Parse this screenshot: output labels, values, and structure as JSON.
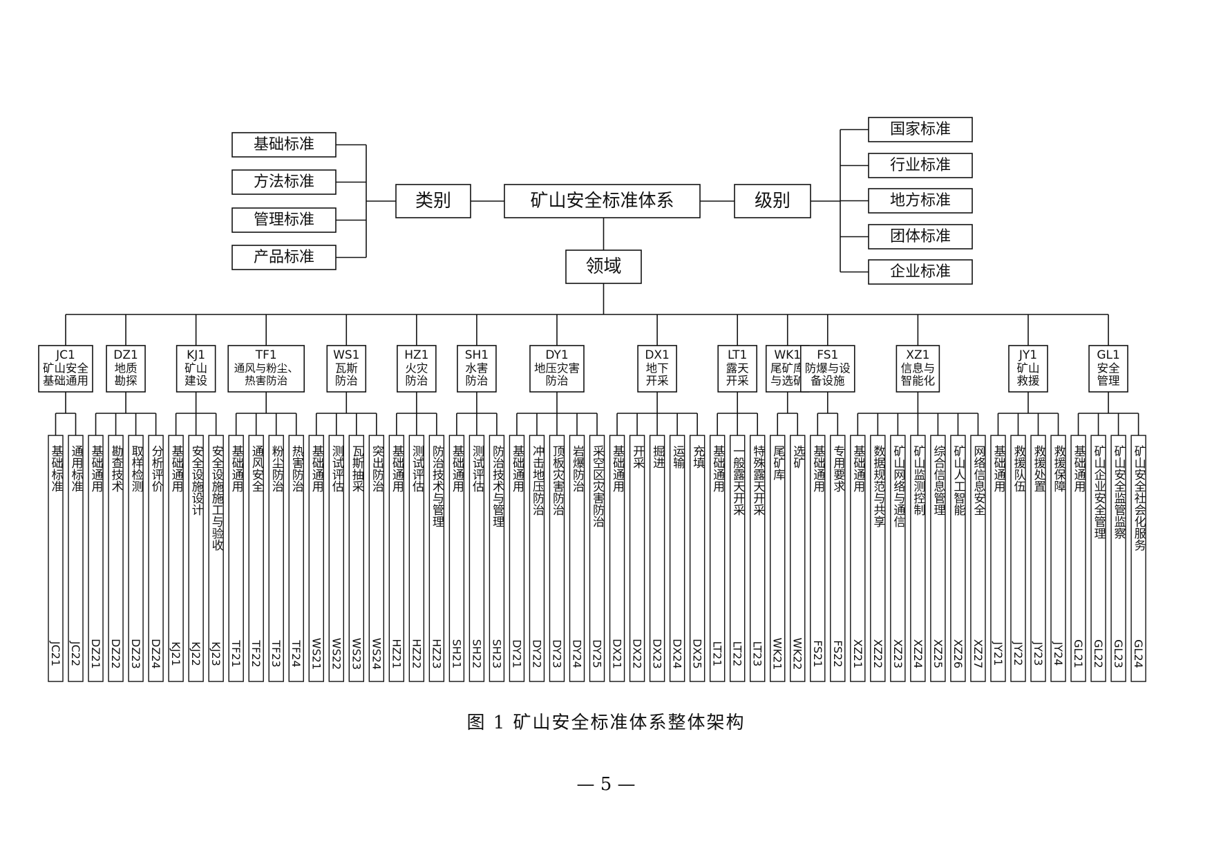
{
  "diagram": {
    "root": "矿山安全标准体系",
    "category": {
      "label": "类别",
      "items": [
        "基础标准",
        "方法标准",
        "管理标准",
        "产品标准"
      ]
    },
    "level": {
      "label": "级别",
      "items": [
        "国家标准",
        "行业标准",
        "地方标准",
        "团体标准",
        "企业标准"
      ]
    },
    "domain": {
      "label": "领域",
      "groups": [
        {
          "code": "JC1",
          "name": [
            "矿山安全",
            "基础通用"
          ],
          "children": [
            {
              "code": "JC21",
              "name": "基础标准"
            },
            {
              "code": "JC22",
              "name": "通用标准"
            }
          ]
        },
        {
          "code": "DZ1",
          "name": [
            "地质",
            "勘探"
          ],
          "children": [
            {
              "code": "DZ21",
              "name": "基础通用"
            },
            {
              "code": "DZ22",
              "name": "勘查技术"
            },
            {
              "code": "DZ23",
              "name": "取样检测"
            },
            {
              "code": "DZ24",
              "name": "分析评价"
            }
          ]
        },
        {
          "code": "KJ1",
          "name": [
            "矿山",
            "建设"
          ],
          "children": [
            {
              "code": "KJ21",
              "name": "基础通用"
            },
            {
              "code": "KJ22",
              "name": "安全设施设计"
            },
            {
              "code": "KJ23",
              "name": "安全设施施工与验收"
            }
          ]
        },
        {
          "code": "TF1",
          "name": [
            "通风与粉尘、",
            "热害防治"
          ],
          "children": [
            {
              "code": "TF21",
              "name": "基础通用"
            },
            {
              "code": "TF22",
              "name": "通风安全"
            },
            {
              "code": "TF23",
              "name": "粉尘防治"
            },
            {
              "code": "TF24",
              "name": "热害防治"
            }
          ]
        },
        {
          "code": "WS1",
          "name": [
            "瓦斯",
            "防治"
          ],
          "children": [
            {
              "code": "WS21",
              "name": "基础通用"
            },
            {
              "code": "WS22",
              "name": "测试评估"
            },
            {
              "code": "WS23",
              "name": "瓦斯抽采"
            },
            {
              "code": "WS24",
              "name": "突出防治"
            }
          ]
        },
        {
          "code": "HZ1",
          "name": [
            "火灾",
            "防治"
          ],
          "children": [
            {
              "code": "HZ21",
              "name": "基础通用"
            },
            {
              "code": "HZ22",
              "name": "测试评估"
            },
            {
              "code": "HZ23",
              "name": "防治技术与管理"
            }
          ]
        },
        {
          "code": "SH1",
          "name": [
            "水害",
            "防治"
          ],
          "children": [
            {
              "code": "SH21",
              "name": "基础通用"
            },
            {
              "code": "SH22",
              "name": "测试评估"
            },
            {
              "code": "SH23",
              "name": "防治技术与管理"
            }
          ]
        },
        {
          "code": "DY1",
          "name": [
            "地压灾害",
            "防治"
          ],
          "children": [
            {
              "code": "DY21",
              "name": "基础通用"
            },
            {
              "code": "DY22",
              "name": "冲击地压防治"
            },
            {
              "code": "DY23",
              "name": "顶板灾害防治"
            },
            {
              "code": "DY24",
              "name": "岩爆防治"
            },
            {
              "code": "DY25",
              "name": "采空区灾害防治"
            }
          ]
        },
        {
          "code": "DX1",
          "name": [
            "地下",
            "开采"
          ],
          "children": [
            {
              "code": "DX21",
              "name": "基础通用"
            },
            {
              "code": "DX22",
              "name": "开采"
            },
            {
              "code": "DX23",
              "name": "掘进"
            },
            {
              "code": "DX24",
              "name": "运输"
            },
            {
              "code": "DX25",
              "name": "充填"
            }
          ]
        },
        {
          "code": "LT1",
          "name": [
            "露天",
            "开采"
          ],
          "children": [
            {
              "code": "LT21",
              "name": "基础通用"
            },
            {
              "code": "LT22",
              "name": "一般露天开采"
            },
            {
              "code": "LT23",
              "name": "特殊露天开采"
            }
          ]
        },
        {
          "code": "WK1",
          "name": [
            "尾矿库",
            "与选矿"
          ],
          "children": [
            {
              "code": "WK21",
              "name": "尾矿库"
            },
            {
              "code": "WK22",
              "name": "选矿"
            }
          ]
        },
        {
          "code": "FS1",
          "name": [
            "防爆与设",
            "备设施"
          ],
          "children": [
            {
              "code": "FS21",
              "name": "基础通用"
            },
            {
              "code": "FS22",
              "name": "专用要求"
            }
          ]
        },
        {
          "code": "XZ1",
          "name": [
            "信息与",
            "智能化"
          ],
          "children": [
            {
              "code": "XZ21",
              "name": "基础通用"
            },
            {
              "code": "XZ22",
              "name": "数据规范与共享"
            },
            {
              "code": "XZ23",
              "name": "矿山网络与通信"
            },
            {
              "code": "XZ24",
              "name": "矿山监测控制"
            },
            {
              "code": "XZ25",
              "name": "综合信息管理"
            },
            {
              "code": "XZ26",
              "name": "矿山人工智能"
            },
            {
              "code": "XZ27",
              "name": "网络信息安全"
            }
          ]
        },
        {
          "code": "JY1",
          "name": [
            "矿山",
            "救援"
          ],
          "children": [
            {
              "code": "JY21",
              "name": "基础通用"
            },
            {
              "code": "JY22",
              "name": "救援队伍"
            },
            {
              "code": "JY23",
              "name": "救援处置"
            },
            {
              "code": "JY24",
              "name": "救援保障"
            }
          ]
        },
        {
          "code": "GL1",
          "name": [
            "安全",
            "管理"
          ],
          "children": [
            {
              "code": "GL21",
              "name": "基础通用"
            },
            {
              "code": "GL22",
              "name": "矿山企业安全管理"
            },
            {
              "code": "GL23",
              "name": "矿山安全监管监察"
            },
            {
              "code": "GL24",
              "name": "矿山安全社会化服务"
            }
          ]
        }
      ]
    }
  },
  "caption": "图 1 矿山安全标准体系整体架构",
  "page_number": "— 5 —"
}
